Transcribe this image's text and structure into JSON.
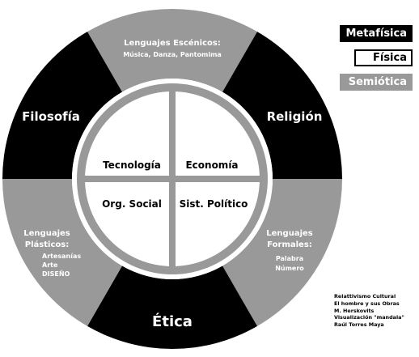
{
  "legend": [
    {
      "label": "Metafísica",
      "style": "black"
    },
    {
      "label": "Física",
      "style": "white"
    },
    {
      "label": "Semiótica",
      "style": "gray"
    }
  ],
  "segments": {
    "top": {
      "lines": [
        "Lenguajes Escénicos:",
        "Música, Danza, Pantomima"
      ]
    },
    "left": {
      "label": "Filosofía"
    },
    "right": {
      "label": "Religión"
    },
    "bottom": {
      "label": "Ética"
    },
    "lower_left": {
      "lines": [
        "Lenguajes",
        "Plásticos:",
        "Artesanías",
        "Arte",
        "DISEÑO"
      ]
    },
    "lower_right": {
      "lines": [
        "Lenguajes",
        "Formales:",
        "Palabra",
        "Número"
      ]
    }
  },
  "quadrants": {
    "top_left": "Tecnología",
    "top_right": "Economía",
    "bottom_left": "Org. Social",
    "bottom_right": "Sist. Político"
  },
  "credits": [
    "Relattivismo Cultural",
    "El hombre y sus Obras",
    "M. Herskovits",
    "Visualización \"mandala\"",
    "Raúl Torres Maya"
  ],
  "colors": {
    "black": "#000000",
    "gray": "#999999",
    "white": "#ffffff"
  }
}
